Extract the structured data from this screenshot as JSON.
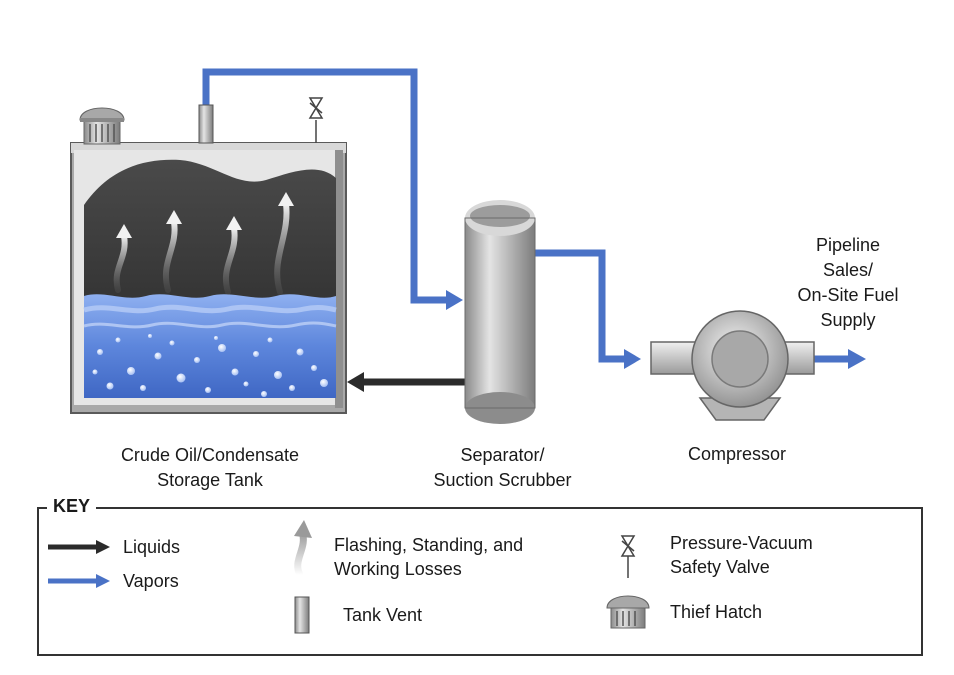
{
  "labels": {
    "tank_line1": "Crude Oil/Condensate",
    "tank_line2": "Storage Tank",
    "separator_line1": "Separator/",
    "separator_line2": "Suction Scrubber",
    "compressor": "Compressor",
    "pipeline_line1": "Pipeline",
    "pipeline_line2": "Sales/",
    "pipeline_line3": "On-Site Fuel",
    "pipeline_line4": "Supply"
  },
  "key": {
    "title": "KEY",
    "liquids": "Liquids",
    "vapors": "Vapors",
    "losses_line1": "Flashing, Standing, and",
    "losses_line2": "Working Losses",
    "tank_vent": "Tank Vent",
    "valve_line1": "Pressure-Vacuum",
    "valve_line2": "Safety Valve",
    "thief_hatch": "Thief Hatch"
  },
  "colors": {
    "vapor": "#4a72c6",
    "liquid": "#2b2b2b",
    "tank_shell": "#bdbdbd",
    "tank_interior": "#3a3a3a",
    "liquid_fill": "#6f92e0"
  },
  "icons": [
    "thief-hatch-icon",
    "tank-vent-icon",
    "pressure-vacuum-valve-icon",
    "flashing-arrow-icon",
    "liquids-arrow-icon",
    "vapors-arrow-icon"
  ]
}
